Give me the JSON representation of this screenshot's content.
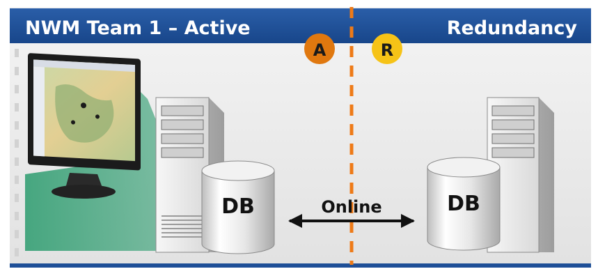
{
  "header": {
    "left_title": "NWM Team 1 – Active",
    "right_title": "Redundancy"
  },
  "badges": {
    "active": {
      "letter": "A",
      "color": "#e0780f"
    },
    "redundancy": {
      "letter": "R",
      "color": "#f6c317"
    }
  },
  "servers": {
    "primary_db_label": "DB",
    "backup_db_label": "DB"
  },
  "link": {
    "label": "Online"
  },
  "colors": {
    "header_blue": "#1e4f97",
    "divider_orange": "#ee7a17",
    "beam_green": "#3ea37a",
    "panel_grey": "#ebebeb"
  }
}
